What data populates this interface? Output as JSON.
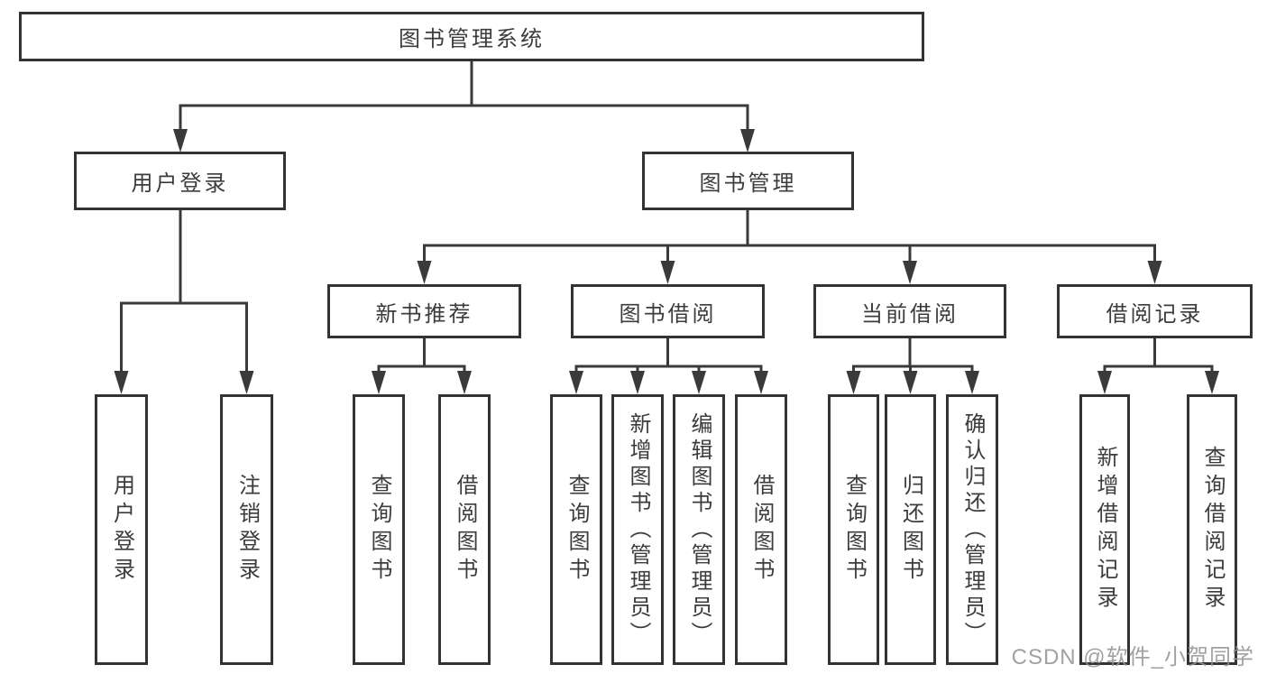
{
  "tree": {
    "label": "图书管理系统",
    "children": [
      {
        "label": "用户登录",
        "children": [
          {
            "label": "用户登录"
          },
          {
            "label": "注销登录"
          }
        ]
      },
      {
        "label": "图书管理",
        "children": [
          {
            "label": "新书推荐",
            "children": [
              {
                "label": "查询图书"
              },
              {
                "label": "借阅图书"
              }
            ]
          },
          {
            "label": "图书借阅",
            "children": [
              {
                "label": "查询图书"
              },
              {
                "label": "新增图书（管理员）"
              },
              {
                "label": "编辑图书（管理员）"
              },
              {
                "label": "借阅图书"
              }
            ]
          },
          {
            "label": "当前借阅",
            "children": [
              {
                "label": "查询图书"
              },
              {
                "label": "归还图书"
              },
              {
                "label": "确认归还（管理员）"
              }
            ]
          },
          {
            "label": "借阅记录",
            "children": [
              {
                "label": "新增借阅记录"
              },
              {
                "label": "查询借阅记录"
              }
            ]
          }
        ]
      }
    ]
  },
  "colors": {
    "line": "#3a3a3a",
    "border": "#333333",
    "text": "#3c3c3c",
    "watermark": "#949494"
  },
  "watermark": {
    "text": "CSDN @软件_小贺同学"
  }
}
